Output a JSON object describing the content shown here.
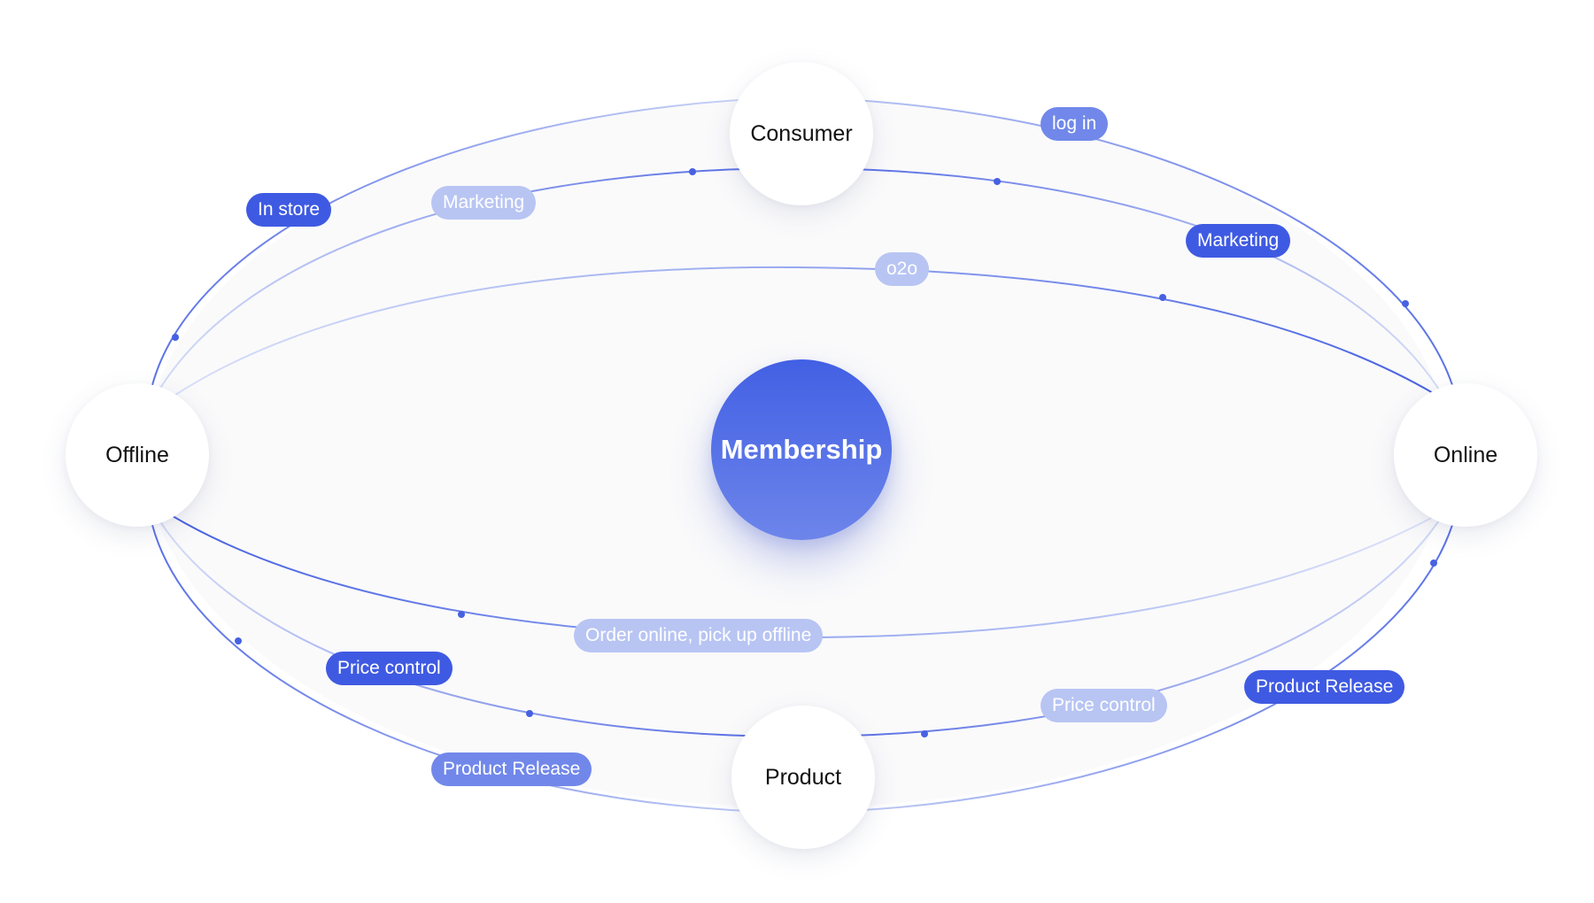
{
  "diagram": {
    "center": {
      "label": "Membership"
    },
    "nodes": {
      "offline": "Offline",
      "online": "Online",
      "consumer": "Consumer",
      "product": "Product"
    },
    "tags": {
      "in_store": "In store",
      "marketing_left": "Marketing",
      "log_in": "log in",
      "marketing_right": "Marketing",
      "o2o": "o2o",
      "order_online": "Order online,  pick up offline",
      "price_control_left": "Price control",
      "product_release_left": "Product Release",
      "price_control_right": "Price control",
      "product_release_right": "Product Release"
    },
    "colors": {
      "accent_dark": "#3f5ae2",
      "accent_mid": "#7188ea",
      "accent_light": "#b8c5f3",
      "line_light": "#cdd6f6",
      "hub_top": "#4260e4",
      "hub_bottom": "#6d85ea"
    }
  }
}
